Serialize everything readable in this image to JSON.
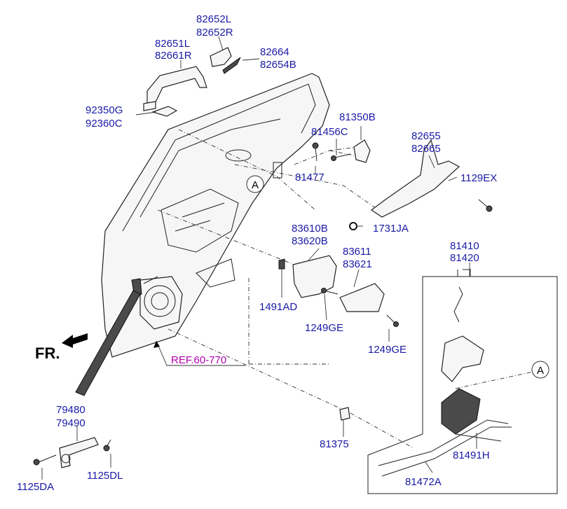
{
  "diagram": {
    "parts": {
      "p82652L": "82652L",
      "p82652R": "82652R",
      "p82651L": "82651L",
      "p82661R": "82661R",
      "p82664": "82664",
      "p82654B": "82654B",
      "p92350G": "92350G",
      "p92360C": "92360C",
      "p81350B": "81350B",
      "p81456C": "81456C",
      "p81477": "81477",
      "p82655": "82655",
      "p82665": "82665",
      "p1129EX": "1129EX",
      "p83610B": "83610B",
      "p83620B": "83620B",
      "p1731JA": "1731JA",
      "p83611": "83611",
      "p83621": "83621",
      "p1491AD": "1491AD",
      "p1249GE_a": "1249GE",
      "p1249GE_b": "1249GE",
      "p81410": "81410",
      "p81420": "81420",
      "p81491H": "81491H",
      "p81472A": "81472A",
      "p81375": "81375",
      "p79480": "79480",
      "p79490": "79490",
      "p1125DA": "1125DA",
      "p1125DL": "1125DL"
    },
    "markers": {
      "a1": "A",
      "a2": "A"
    },
    "reference": "REF.60-770",
    "direction": "FR."
  }
}
